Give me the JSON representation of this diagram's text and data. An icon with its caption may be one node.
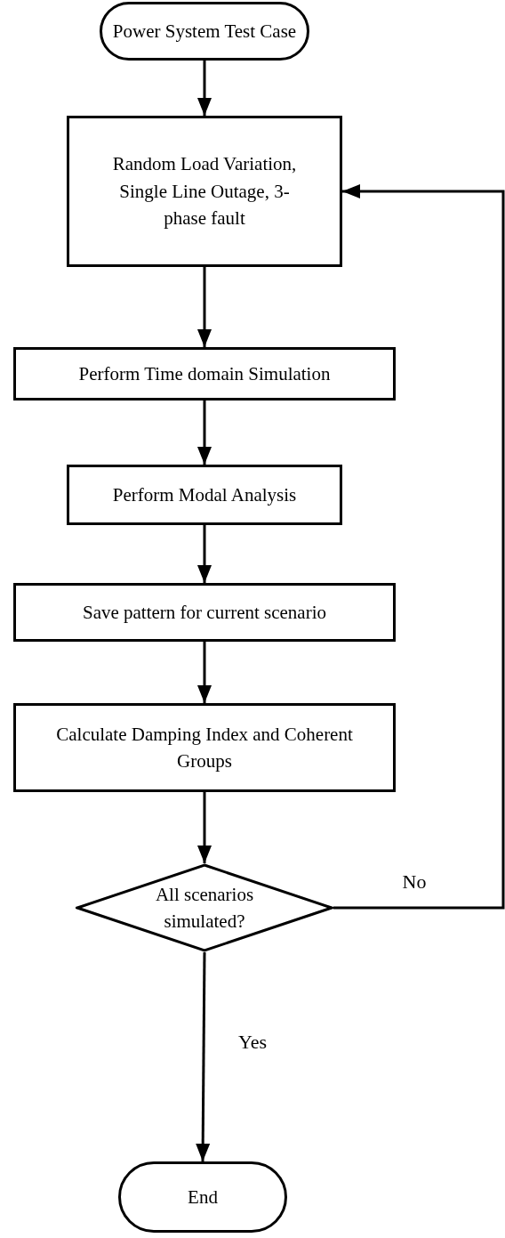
{
  "diagram": {
    "nodes": [
      {
        "text": [
          "Power System Test Case"
        ]
      },
      {
        "text": [
          "Random Load Variation, Single Line Outage, 3-phase fault"
        ]
      },
      {
        "text": [
          "Perform Time domain Simulation"
        ]
      },
      {
        "text": [
          "Perform Modal Analysis"
        ]
      },
      {
        "text": [
          "Save pattern for current scenario"
        ]
      },
      {
        "text": [
          "Calculate Damping Index and Coherent Groups"
        ]
      },
      {
        "text": [
          "All scenarios simulated?"
        ]
      },
      {
        "text": [
          "End"
        ]
      }
    ],
    "edges": [
      {
        "from": 0,
        "to": 1,
        "arrow": "to"
      },
      {
        "from": 1,
        "to": 2,
        "arrow": "to"
      },
      {
        "from": 2,
        "to": 3,
        "arrow": "to"
      },
      {
        "from": 3,
        "to": 4,
        "arrow": "to"
      },
      {
        "from": 4,
        "to": 5,
        "arrow": "to"
      },
      {
        "from": 5,
        "to": 6,
        "arrow": "to"
      },
      {
        "from": 6,
        "to": 1,
        "arrow": "to",
        "label": "No"
      },
      {
        "from": 6,
        "to": 7,
        "arrow": "to",
        "label": "Yes"
      }
    ]
  }
}
